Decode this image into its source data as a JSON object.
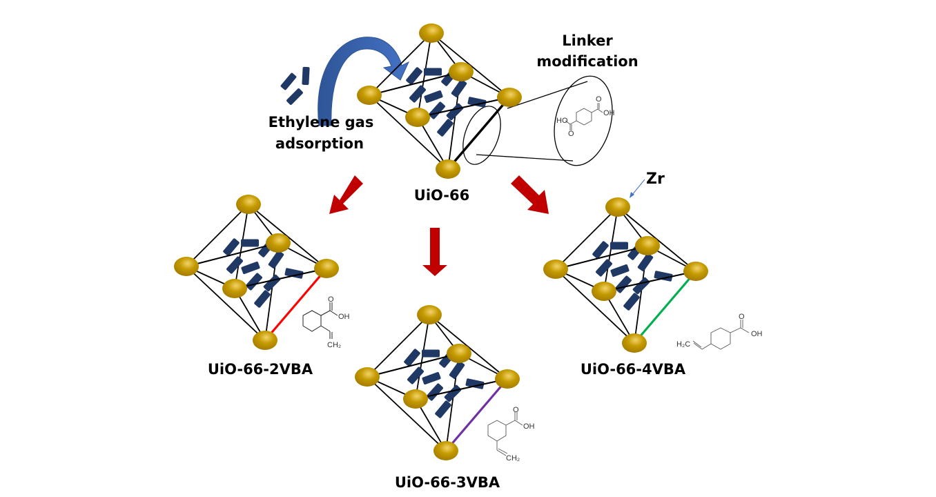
{
  "labels": {
    "ethylene_line1": "Ethylene gas",
    "ethylene_line2": "adsorption",
    "linker_line1": "Linker",
    "linker_line2": "modification",
    "zr": "Zr"
  },
  "frameworks": [
    {
      "name": "UiO-66",
      "linker_color": "#000000"
    },
    {
      "name": "UiO-66-2VBA",
      "linker_color": "#ff0000"
    },
    {
      "name": "UiO-66-3VBA",
      "linker_color": "#7030a0"
    },
    {
      "name": "UiO-66-4VBA",
      "linker_color": "#00b050"
    }
  ],
  "molecules": {
    "terephthalic": {
      "ho": "HO",
      "oh": "OH",
      "o1": "O",
      "o2": "O"
    },
    "vba2": {
      "o": "O",
      "oh": "OH",
      "ch2": "CH₂"
    },
    "vba3": {
      "o": "O",
      "oh": "OH",
      "ch2": "CH₂"
    },
    "vba4": {
      "o": "O",
      "oh": "OH",
      "h2c": "H₂C"
    }
  },
  "colors": {
    "zr_node": "#c49a00",
    "ethylene": "#1f3864",
    "reaction_arrow": "#c00000",
    "adsorption_arrow": "#4472c4"
  }
}
